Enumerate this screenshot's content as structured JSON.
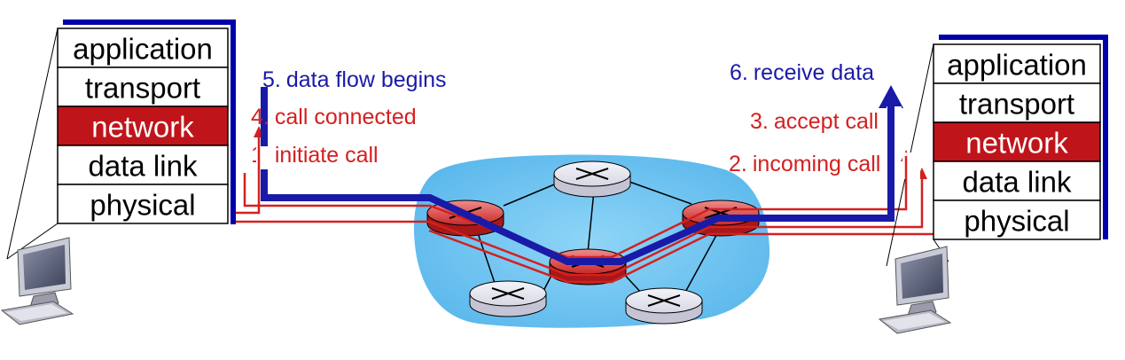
{
  "colors": {
    "network_layer": "#c0141b",
    "signal_path": "#d42020",
    "data_path": "#1a1aa8",
    "cloud": "#6fc6f2",
    "router_plain": "#e6e6f0",
    "router_active": "#d83a3a"
  },
  "left_host": {
    "layers": [
      "application",
      "transport",
      "network",
      "data link",
      "physical"
    ],
    "highlight_layer": "network",
    "icon": "computer-icon"
  },
  "right_host": {
    "layers": [
      "application",
      "transport",
      "network",
      "data link",
      "physical"
    ],
    "highlight_layer": "network",
    "icon": "computer-icon"
  },
  "steps": [
    {
      "key": "5",
      "prefix": "5.",
      "text": "data flow begins",
      "color": "data"
    },
    {
      "key": "4",
      "prefix": "4.",
      "text": "call connected",
      "color": "signal"
    },
    {
      "key": "1",
      "prefix": "1.",
      "text": "initiate call",
      "color": "signal"
    },
    {
      "key": "6",
      "prefix": "6.",
      "text": "receive data",
      "color": "data"
    },
    {
      "key": "3",
      "prefix": "3.",
      "text": "accept call",
      "color": "signal"
    },
    {
      "key": "2",
      "prefix": "2.",
      "text": "incoming call",
      "color": "signal"
    }
  ],
  "network": {
    "routers": 6,
    "active_routers": 3,
    "router_icon": "router-icon"
  }
}
